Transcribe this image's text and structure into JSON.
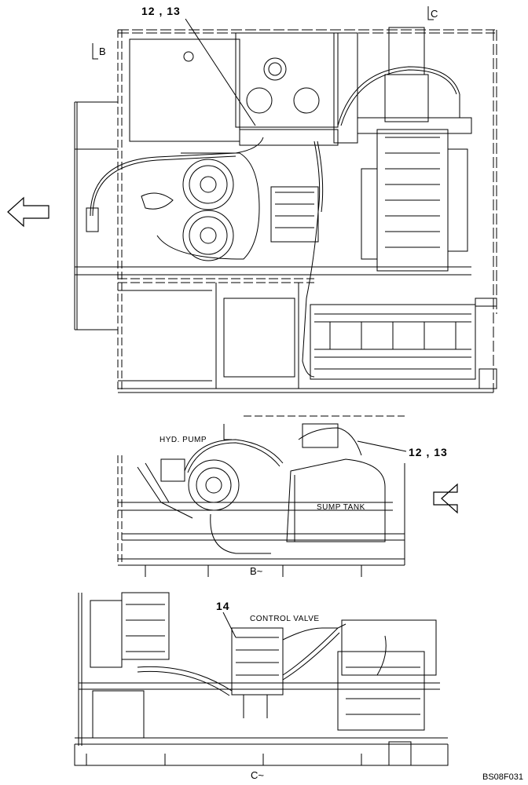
{
  "view_markers": {
    "b_top": "B",
    "c_top": "C",
    "b_title": "B~",
    "c_title": "C~"
  },
  "top_view": {
    "callout_1213": "12 , 13"
  },
  "view_b": {
    "hyd_pump": "HYD. PUMP",
    "sump_tank": "SUMP TANK",
    "callout_1213": "12 , 13"
  },
  "view_c": {
    "callout_14": "14",
    "control_valve": "CONTROL VALVE"
  },
  "drawing_ref": "BS08F031",
  "colors": {
    "ink": "#000000",
    "paper": "#ffffff"
  }
}
